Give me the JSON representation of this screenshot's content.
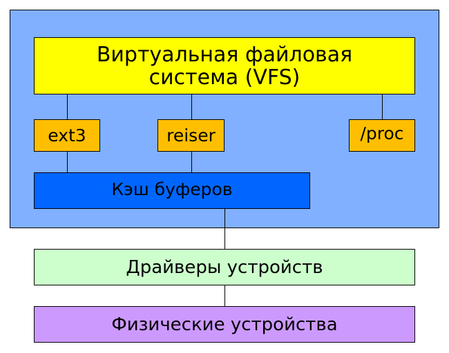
{
  "diagram": {
    "nodes": {
      "vfs": {
        "label": "Виртуальная файловая\nсистема (VFS)",
        "color": "#ffff00"
      },
      "ext3": {
        "label": "ext3",
        "color": "#ffbf00"
      },
      "reiser": {
        "label": "reiser",
        "color": "#ffbf00"
      },
      "proc": {
        "label": "/proc",
        "color": "#ffbf00"
      },
      "buffer_cache": {
        "label": "Кэш буферов",
        "color": "#0066ff"
      },
      "device_drivers": {
        "label": "Драйверы устройств",
        "color": "#ccffcc"
      },
      "physical_devices": {
        "label": "Физические устройства",
        "color": "#cc99ff"
      }
    },
    "container": {
      "color": "#80b0ff"
    },
    "edges": [
      [
        "vfs",
        "ext3"
      ],
      [
        "vfs",
        "reiser"
      ],
      [
        "vfs",
        "proc"
      ],
      [
        "ext3",
        "buffer_cache"
      ],
      [
        "reiser",
        "buffer_cache"
      ],
      [
        "buffer_cache",
        "device_drivers"
      ],
      [
        "device_drivers",
        "physical_devices"
      ]
    ]
  }
}
